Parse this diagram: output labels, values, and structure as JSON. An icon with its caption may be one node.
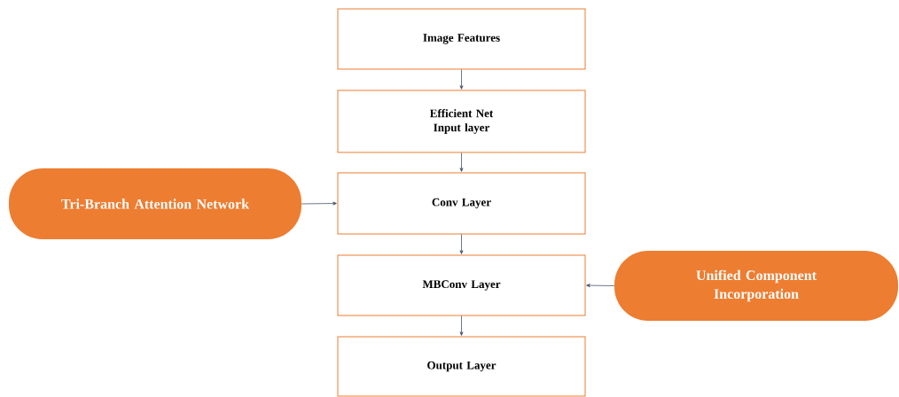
{
  "diagram": {
    "nodes": [
      {
        "text": [
          "Image Features"
        ]
      },
      {
        "text": [
          "Efficient Net Input layer"
        ]
      },
      {
        "text": [
          "Conv Layer"
        ]
      },
      {
        "text": [
          "MBConv Layer"
        ]
      },
      {
        "text": [
          "Output Layer"
        ]
      },
      {
        "text": [
          "Tri-Branch Attention Network"
        ]
      },
      {
        "text": [
          "Unified Component Incorporation"
        ]
      }
    ],
    "edges": [
      {
        "from": 0,
        "to": 1,
        "arrow": "to"
      },
      {
        "from": 1,
        "to": 2,
        "arrow": "to"
      },
      {
        "from": 2,
        "to": 3,
        "arrow": "to"
      },
      {
        "from": 3,
        "to": 4,
        "arrow": "to"
      },
      {
        "from": 5,
        "to": 2,
        "arrow": "to"
      },
      {
        "from": 6,
        "to": 3,
        "arrow": "to"
      }
    ]
  }
}
